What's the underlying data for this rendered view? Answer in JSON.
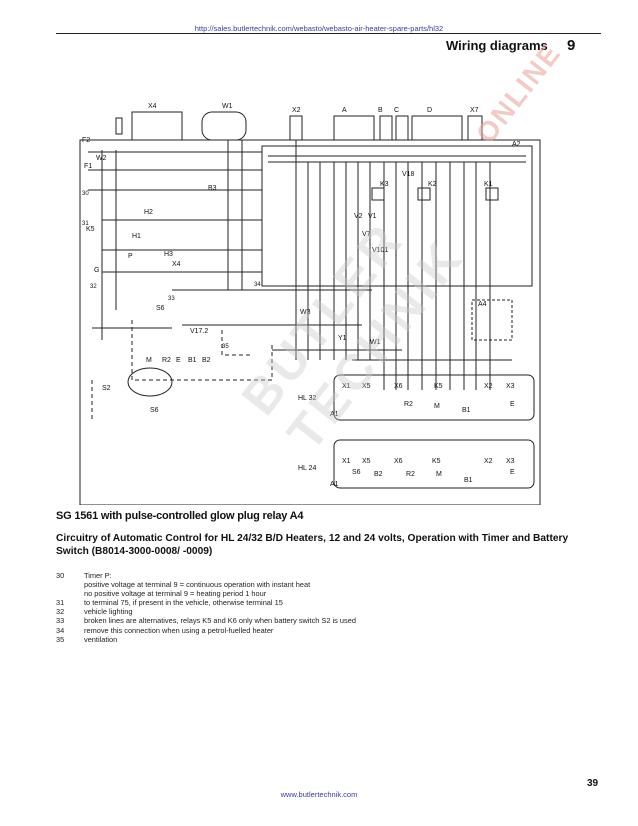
{
  "source_url_top": "http://sales.butlertechnik.com/webasto/webasto-air-heater-spare-parts/hl32",
  "header": {
    "title": "Wiring diagrams",
    "chapter": "9"
  },
  "diagram": {
    "connectors": [
      "X4",
      "W1",
      "X2",
      "A",
      "B",
      "C",
      "D",
      "X7"
    ],
    "labels_left": [
      "F2",
      "W2",
      "F1",
      "H2",
      "H1",
      "K5",
      "B3",
      "P",
      "H3",
      "X4",
      "G",
      "S6",
      "V17.2"
    ],
    "labels_mid": [
      "K3",
      "K2",
      "K1",
      "V18",
      "V2",
      "V1",
      "V7",
      "V101",
      "W3",
      "Y1",
      "W1",
      "A4",
      "A2"
    ],
    "switch_labels": [
      "M",
      "R2",
      "E",
      "B1",
      "B2",
      "S2",
      "S6"
    ],
    "hl32": {
      "name": "HL 32",
      "parts": [
        "X1",
        "X5",
        "X6",
        "K5",
        "X2",
        "X3",
        "A1",
        "R2",
        "M",
        "B1",
        "E"
      ]
    },
    "hl24": {
      "name": "HL 24",
      "parts": [
        "X1",
        "X5",
        "X6",
        "K5",
        "X2",
        "X3",
        "A1",
        "S6",
        "B2",
        "R2",
        "M",
        "B1",
        "E"
      ]
    },
    "terminals_top": [
      "30",
      "31",
      "32",
      "33",
      "34",
      "35"
    ]
  },
  "caption": "SG 1561 with pulse-controlled glow plug relay A4",
  "subheading": "Circuitry of Automatic Control for HL 24/32 B/D Heaters, 12 and 24 volts, Operation with Timer and Battery Switch (B8014-3000-0008/ -0009)",
  "legend": [
    {
      "num": "30",
      "text": "Timer P:"
    },
    {
      "num": "",
      "text": "positive voltage at terminal 9 = continuous operation with instant heat"
    },
    {
      "num": "",
      "text": "no positive voltage at terminal 9 = heating period 1 hour"
    },
    {
      "num": "31",
      "text": "to terminal 75, if present in the vehicle, otherwise terminal 15"
    },
    {
      "num": "32",
      "text": "vehicle lighting"
    },
    {
      "num": "33",
      "text": "broken lines are alternatives, relays K5 and K6 only when battery switch S2 is used"
    },
    {
      "num": "34",
      "text": "remove this connection when using a petrol-fuelled heater"
    },
    {
      "num": "35",
      "text": "ventilation"
    }
  ],
  "watermark": {
    "brand": "BUTLER TECHNIK",
    "online": "ONLINE"
  },
  "page_number": "39",
  "source_url_bottom": "www.butlertechnik.com"
}
